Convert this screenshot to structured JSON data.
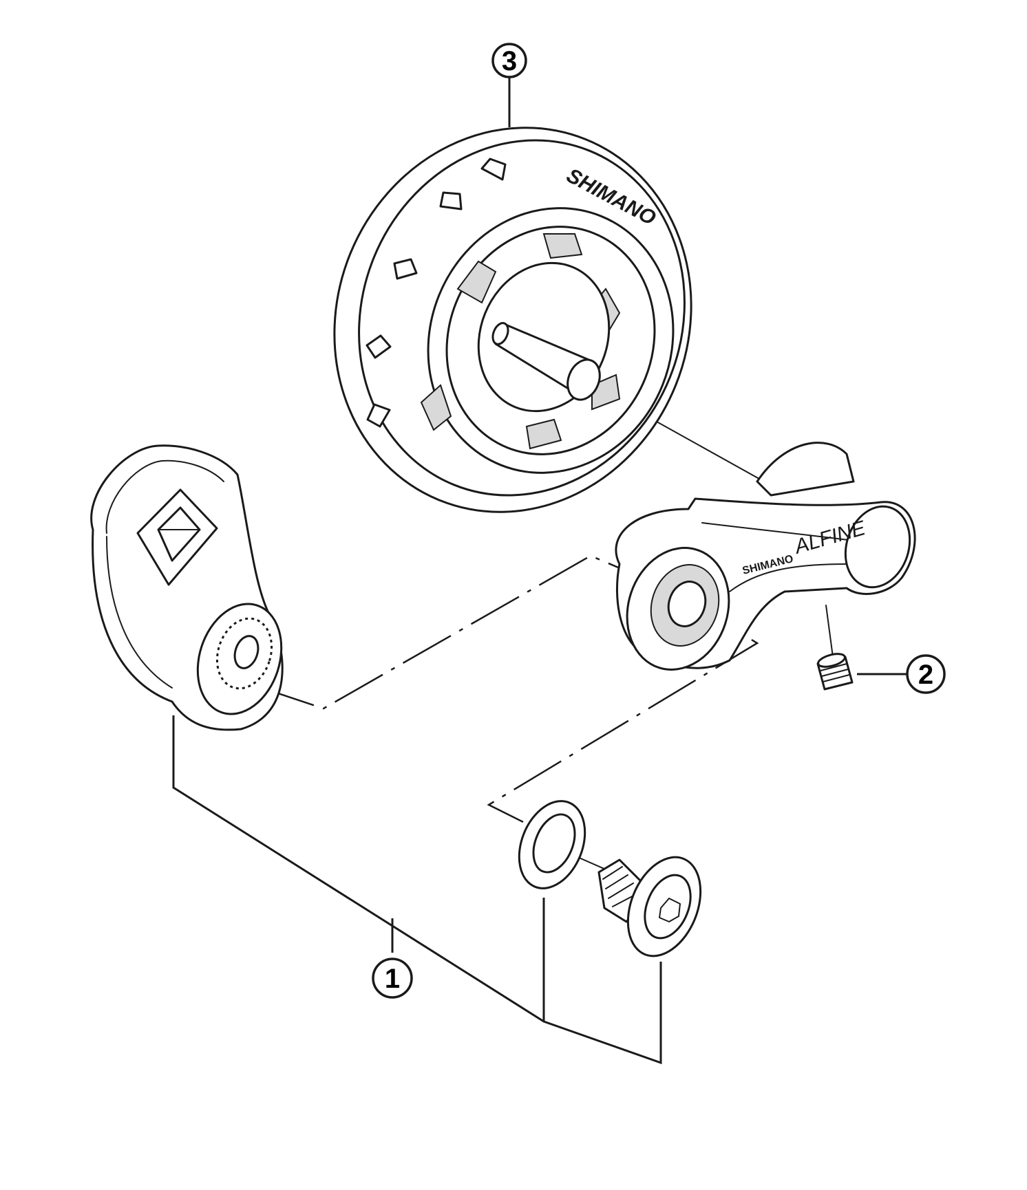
{
  "callouts": [
    {
      "id": "1",
      "label": "1"
    },
    {
      "id": "2",
      "label": "2"
    },
    {
      "id": "3",
      "label": "3"
    }
  ],
  "logos": {
    "pulley_brand": "SHIMANO",
    "arm_brand": "SHIMANO",
    "arm_series": "ALFINE"
  },
  "colors": {
    "line": "#1a1a1a",
    "background": "#ffffff",
    "shade": "#d9d9d9"
  }
}
